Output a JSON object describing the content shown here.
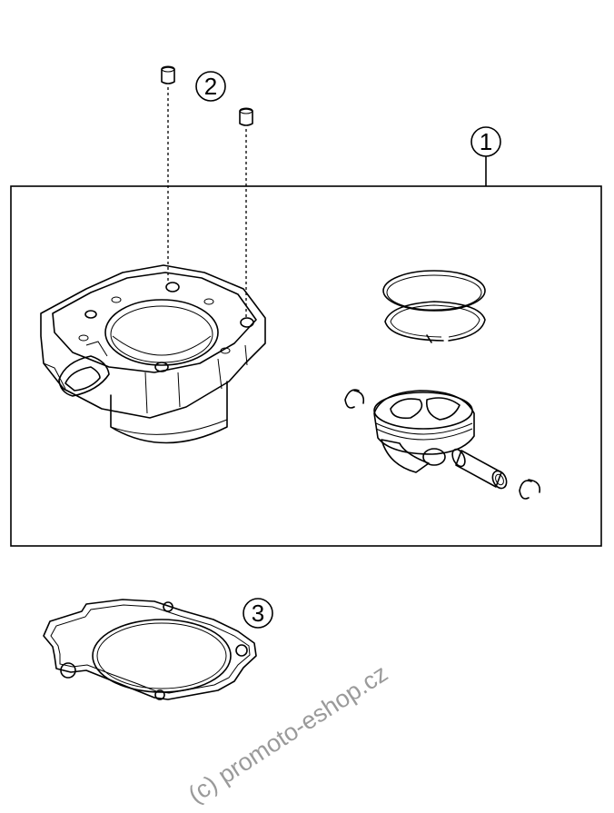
{
  "callouts": [
    {
      "number": "1",
      "part": "cylinder-assembly"
    },
    {
      "number": "2",
      "part": "dowel-pins"
    },
    {
      "number": "3",
      "part": "cylinder-base-gasket"
    }
  ],
  "watermark": "(c) promoto-eshop.cz"
}
